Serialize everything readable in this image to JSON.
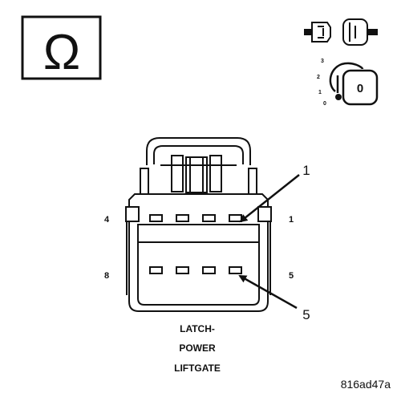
{
  "ohm_symbol": "Ω",
  "ignition_key": {
    "positions": [
      "3",
      "2",
      "1",
      "0"
    ],
    "key_face": "0"
  },
  "pins": {
    "top_left": "4",
    "top_right": "1",
    "bottom_left": "8",
    "bottom_right": "5"
  },
  "callouts": {
    "upper": "1",
    "lower": "5"
  },
  "caption": {
    "line1": "LATCH-",
    "line2": "POWER",
    "line3": "LIFTGATE"
  },
  "figure_id": "816ad47a"
}
